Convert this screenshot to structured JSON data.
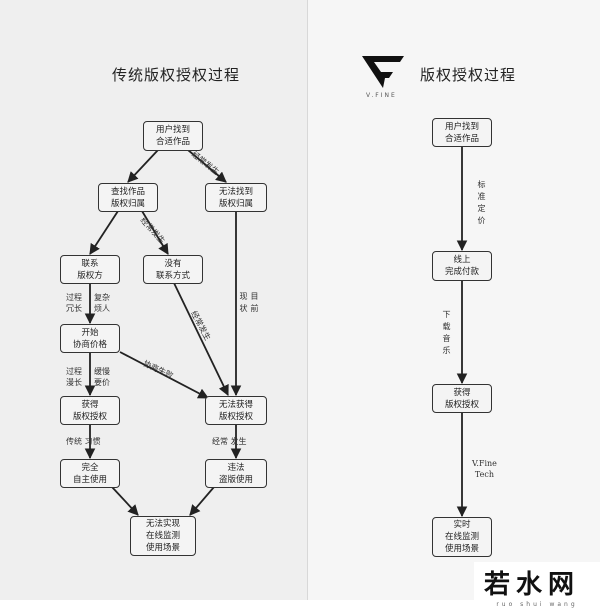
{
  "left": {
    "title": "传统版权授权过程",
    "nodes": {
      "n1": "用户找到\n合适作品",
      "n2": "查找作品\n版权归属",
      "n3": "无法找到\n版权归属",
      "n4": "联系\n版权方",
      "n5": "没有\n联系方式",
      "n6": "开始\n协商价格",
      "n7": "获得\n版权授权",
      "n8": "无法获得\n版权授权",
      "n9": "完全\n自主使用",
      "n10": "违法\n盗版使用",
      "n11": "无法实现\n在线监测\n使用场景"
    },
    "edge_labels": {
      "e1": "经常发生",
      "e2": "经常发生",
      "e3": "过程\n冗长",
      "e4": "复杂\n烦人",
      "e5": "经常发生",
      "e6": "目前\n现状",
      "e7": "协商失败",
      "e8": "过程\n漫长",
      "e9": "缓慢\n要价",
      "e10": "传统  习惯",
      "e11": "经常  发生"
    }
  },
  "right": {
    "logo_text": "V.FINE",
    "title": "版权授权过程",
    "nodes": {
      "r1": "用户找到\n合适作品",
      "r2": "线上\n完成付款",
      "r3": "获得\n版权授权",
      "r4": "实时\n在线监测\n使用场景"
    },
    "edge_labels": {
      "re1": "标准定价",
      "re2": "下载音乐",
      "re3": "V.Fine\nTech"
    }
  },
  "watermark": {
    "main": "若水网",
    "sub": "ruo shui wang"
  }
}
